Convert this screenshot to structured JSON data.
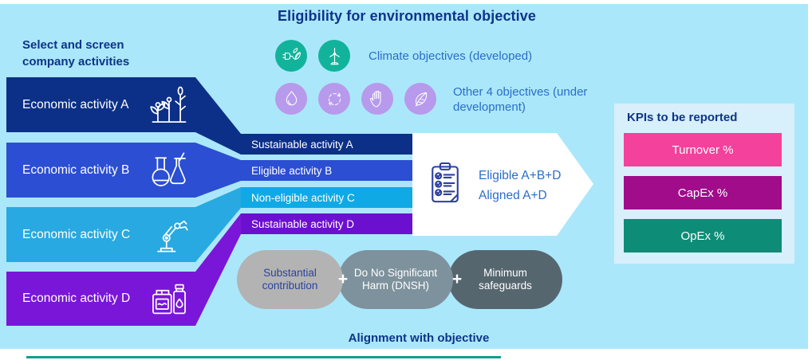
{
  "title": "Eligibility for environmental objective",
  "palette": {
    "background": "#abe7fb",
    "activity_a": "#0c3087",
    "activity_b": "#2b4ed2",
    "activity_c": "#28a9e1",
    "activity_d": "#7a16d8",
    "screened_a": "#0c3087",
    "screened_b": "#2b4ed2",
    "screened_c": "#0faae6",
    "screened_d": "#6b10cf",
    "arrow_white": "#ffffff",
    "climate_circle": "#12b39b",
    "other_circle": "#b79aec",
    "pill_substantial": "#b3b3b3",
    "pill_dnsh": "#7e929d",
    "pill_safeguards": "#56666f",
    "pill_text_dark": "#29449e",
    "pill_text_light": "#ffffff",
    "kpi_panel": "#d8effc",
    "kpi_turnover": "#f4419c",
    "kpi_capex": "#a00c8a",
    "kpi_opex": "#0d8d77",
    "heading_navy": "#0d3489",
    "label_blue": "#2a6ec8",
    "bottom_rule": "#0f9e8e"
  },
  "left_panel": {
    "heading": "Select and screen company activities",
    "activities": [
      {
        "label": "Economic activity A",
        "icon": "plant-growth-icon"
      },
      {
        "label": "Economic activity B",
        "icon": "chemistry-flasks-icon"
      },
      {
        "label": "Economic activity C",
        "icon": "robot-arm-icon"
      },
      {
        "label": "Economic activity D",
        "icon": "chemical-bottles-icon"
      }
    ]
  },
  "objectives": {
    "climate": {
      "label": "Climate objectives (developed)",
      "icons": [
        "plug-leaf-icon",
        "wind-turbine-icon"
      ]
    },
    "other": {
      "label": "Other 4 objectives (under development)",
      "icons": [
        "water-drop-icon",
        "circular-economy-icon",
        "hand-icon",
        "leaf-icon"
      ]
    }
  },
  "screened_activities": [
    {
      "label": "Sustainable activity A"
    },
    {
      "label": "Eligible activity B"
    },
    {
      "label": "Non-eligible activity C"
    },
    {
      "label": "Sustainable activity D"
    }
  ],
  "result": {
    "icon": "checklist-clipboard-icon",
    "line1": "Eligible A+B+D",
    "line2": "Aligned A+D"
  },
  "alignment": {
    "pills": [
      {
        "label": "Substantial contribution"
      },
      {
        "label": "Do No Significant Harm (DNSH)"
      },
      {
        "label": "Minimum safeguards"
      }
    ],
    "plus": "+",
    "caption": "Alignment with objective"
  },
  "kpi_panel": {
    "heading": "KPIs to be reported",
    "items": [
      {
        "label": "Turnover %"
      },
      {
        "label": "CapEx %"
      },
      {
        "label": "OpEx %"
      }
    ]
  }
}
